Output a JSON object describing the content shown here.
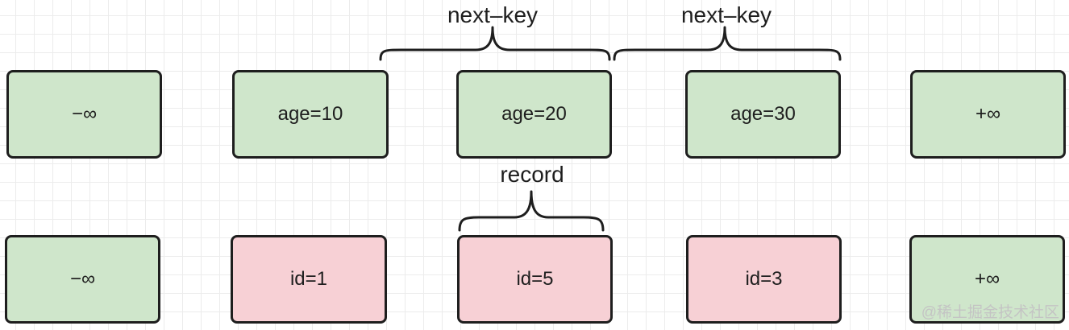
{
  "index_row": [
    {
      "label": "−∞",
      "color": "#cfe6cb"
    },
    {
      "label": "age=10",
      "color": "#cfe6cb"
    },
    {
      "label": "age=20",
      "color": "#cfe6cb"
    },
    {
      "label": "age=30",
      "color": "#cfe6cb"
    },
    {
      "label": "+∞",
      "color": "#cfe6cb"
    }
  ],
  "record_row": [
    {
      "label": "−∞",
      "color": "#cfe6cb"
    },
    {
      "label": "id=1",
      "color": "#f7d0d5"
    },
    {
      "label": "id=5",
      "color": "#f7d0d5"
    },
    {
      "label": "id=3",
      "color": "#f7d0d5"
    },
    {
      "label": "+∞",
      "color": "#cfe6cb"
    }
  ],
  "braces": {
    "next_key_left": "next–key",
    "next_key_right": "next–key",
    "record": "record"
  },
  "watermark": "@稀土掘金技术社区"
}
